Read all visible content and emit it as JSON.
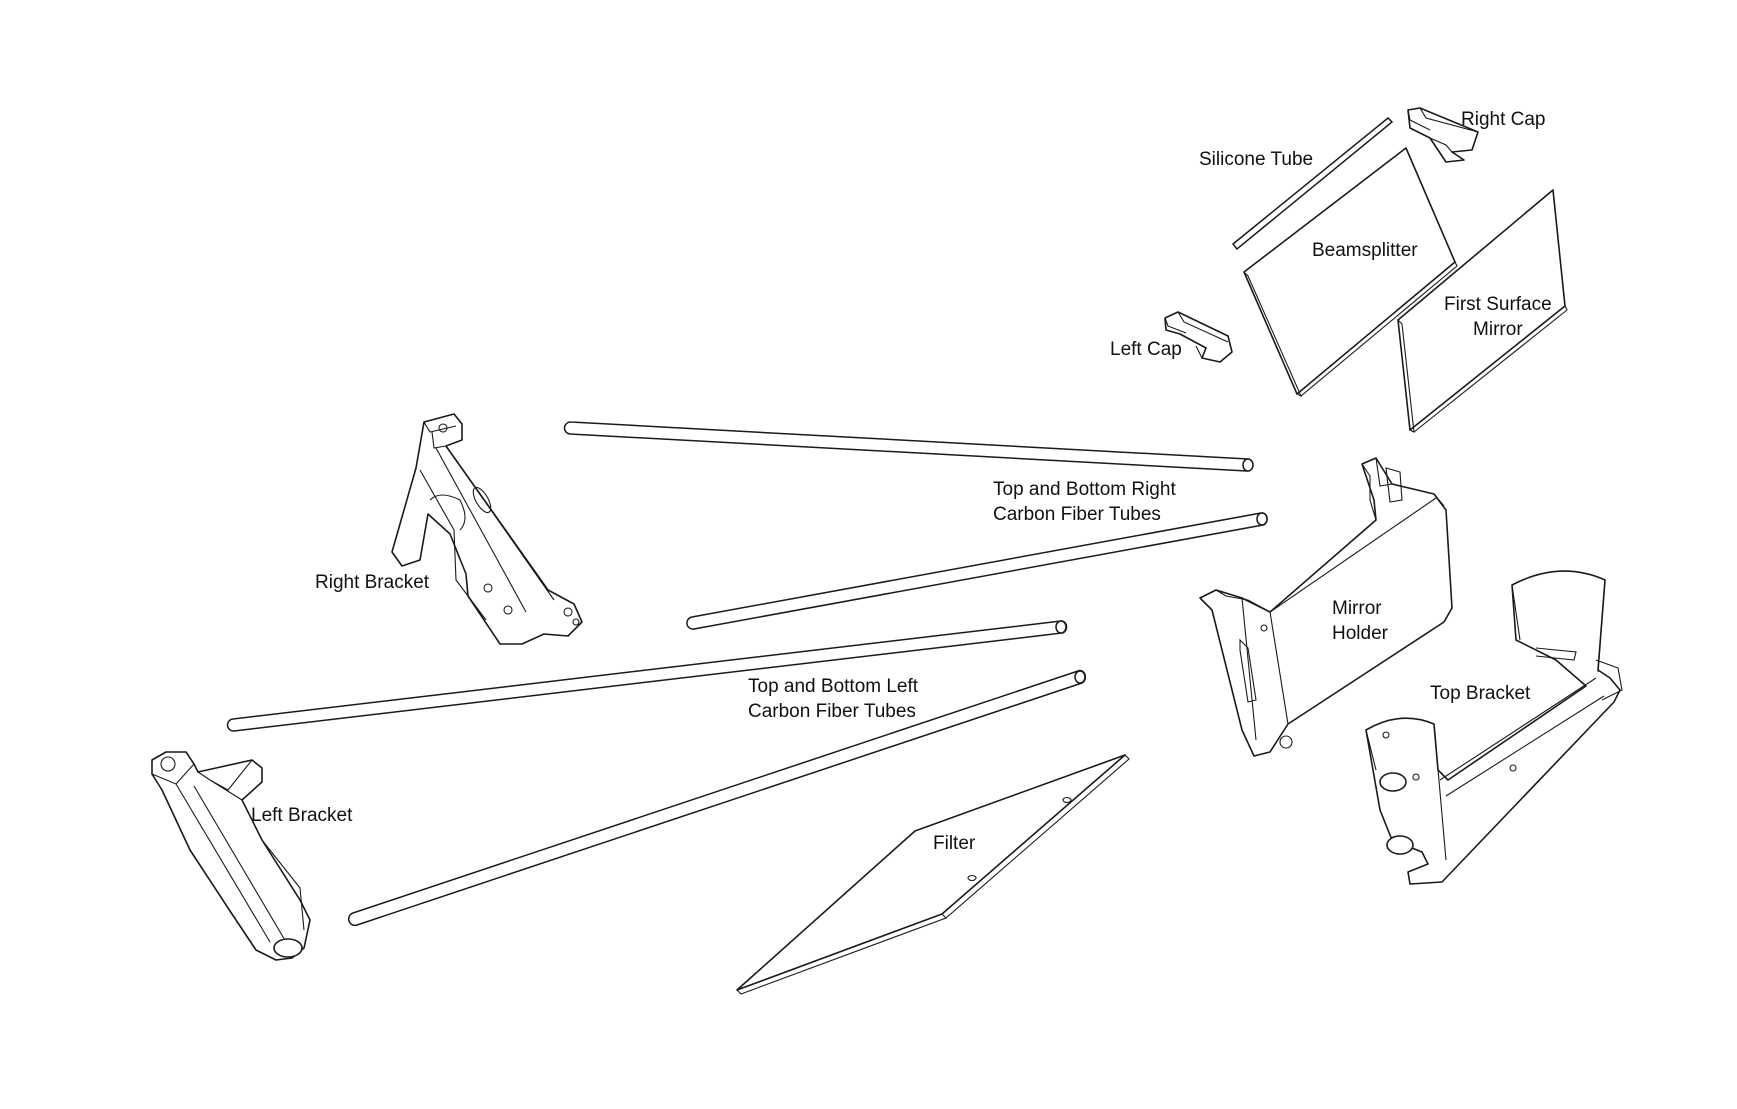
{
  "labels": {
    "right_cap": "Right Cap",
    "silicone_tube": "Silicone Tube",
    "beamsplitter": "Beamsplitter",
    "first_surface_mirror": [
      "First Surface",
      "Mirror"
    ],
    "left_cap": "Left Cap",
    "right_tubes": [
      "Top and Bottom Right",
      "Carbon Fiber Tubes"
    ],
    "right_bracket": "Right Bracket",
    "mirror_holder": [
      "Mirror",
      "Holder"
    ],
    "top_bracket": "Top Bracket",
    "left_tubes": [
      "Top and Bottom Left",
      "Carbon Fiber Tubes"
    ],
    "left_bracket": "Left Bracket",
    "filter": "Filter"
  }
}
